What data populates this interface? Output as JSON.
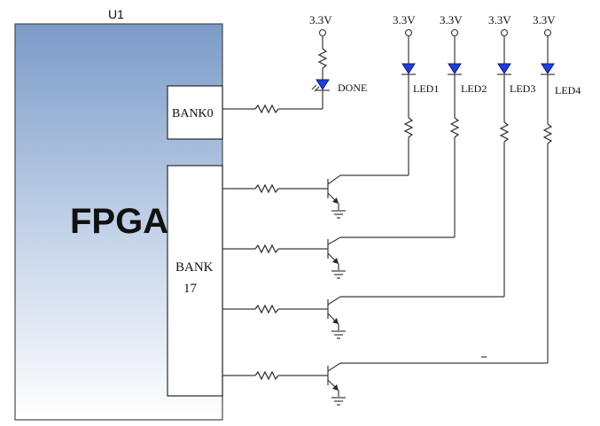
{
  "chip": {
    "ref": "U1",
    "name": "FPGA",
    "bank0_label": "BANK0",
    "bank17_label_line1": "BANK",
    "bank17_label_line2": "17"
  },
  "supply": {
    "done_rail": "3.3V",
    "led1_rail": "3.3V",
    "led2_rail": "3.3V",
    "led3_rail": "3.3V",
    "led4_rail": "3.3V"
  },
  "leds": {
    "done": "DONE",
    "led1": "LED1",
    "led2": "LED2",
    "led3": "LED3",
    "led4": "LED4"
  },
  "colors": {
    "chip_top": "#7b9bc8",
    "chip_bottom": "#ffffff",
    "led": "#1f3fd6"
  }
}
